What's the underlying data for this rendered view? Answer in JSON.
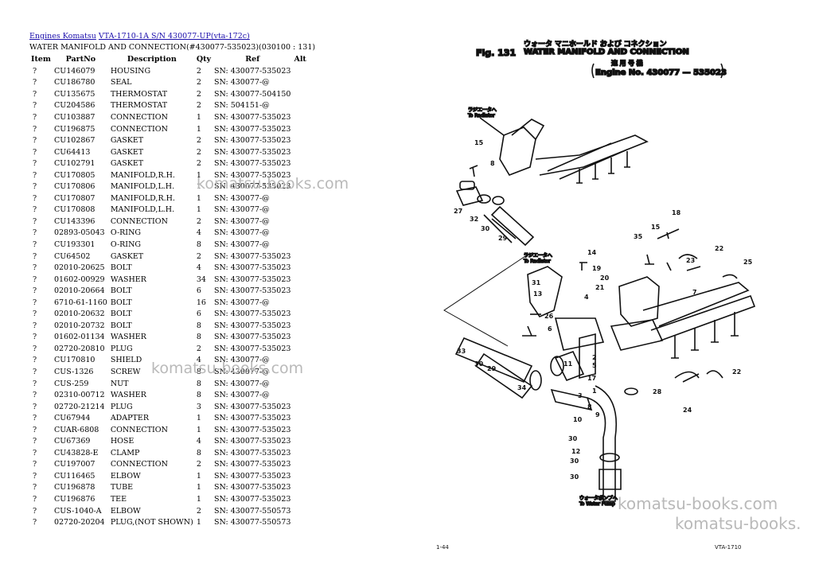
{
  "breadcrumb": {
    "link1": "Engines Komatsu",
    "link2": "VTA-1710-1A S/N 430077-UP(vta-172c)"
  },
  "doc_title": "WATER MANIFOLD AND CONNECTION(#430077-535023)(030100 : 131)",
  "table": {
    "headers": [
      "Item",
      "PartNo",
      "Description",
      "Qty",
      "Ref",
      "Alt"
    ],
    "rows": [
      [
        "?",
        "CU146079",
        "HOUSING",
        "2",
        "SN: 430077-535023"
      ],
      [
        "?",
        "CU186780",
        "SEAL",
        "2",
        "SN: 430077-@"
      ],
      [
        "?",
        "CU135675",
        "THERMOSTAT",
        "2",
        "SN: 430077-504150"
      ],
      [
        "?",
        "CU204586",
        "THERMOSTAT",
        "2",
        "SN: 504151-@"
      ],
      [
        "?",
        "CU103887",
        "CONNECTION",
        "1",
        "SN: 430077-535023"
      ],
      [
        "?",
        "CU196875",
        "CONNECTION",
        "1",
        "SN: 430077-535023"
      ],
      [
        "?",
        "CU102867",
        "GASKET",
        "2",
        "SN: 430077-535023"
      ],
      [
        "?",
        "CU64413",
        "GASKET",
        "2",
        "SN: 430077-535023"
      ],
      [
        "?",
        "CU102791",
        "GASKET",
        "2",
        "SN: 430077-535023"
      ],
      [
        "?",
        "CU170805",
        "MANIFOLD,R.H.",
        "1",
        "SN: 430077-535023"
      ],
      [
        "?",
        "CU170806",
        "MANIFOLD,L.H.",
        "1",
        "SN: 430077-535023"
      ],
      [
        "?",
        "CU170807",
        "MANIFOLD,R.H.",
        "1",
        "SN: 430077-@"
      ],
      [
        "?",
        "CU170808",
        "MANIFOLD,L.H.",
        "1",
        "SN: 430077-@"
      ],
      [
        "?",
        "CU143396",
        "CONNECTION",
        "2",
        "SN: 430077-@"
      ],
      [
        "?",
        "02893-05043",
        "O-RING",
        "4",
        "SN: 430077-@"
      ],
      [
        "?",
        "CU193301",
        "O-RING",
        "8",
        "SN: 430077-@"
      ],
      [
        "?",
        "CU64502",
        "GASKET",
        "2",
        "SN: 430077-535023"
      ],
      [
        "?",
        "02010-20625",
        "BOLT",
        "4",
        "SN: 430077-535023"
      ],
      [
        "?",
        "01602-00929",
        "WASHER",
        "34",
        "SN: 430077-535023"
      ],
      [
        "?",
        "02010-20664",
        "BOLT",
        "6",
        "SN: 430077-535023"
      ],
      [
        "?",
        "6710-61-1160",
        "BOLT",
        "16",
        "SN: 430077-@"
      ],
      [
        "?",
        "02010-20632",
        "BOLT",
        "6",
        "SN: 430077-535023"
      ],
      [
        "?",
        "02010-20732",
        "BOLT",
        "8",
        "SN: 430077-535023"
      ],
      [
        "?",
        "01602-01134",
        "WASHER",
        "8",
        "SN: 430077-535023"
      ],
      [
        "?",
        "02720-20810",
        "PLUG",
        "2",
        "SN: 430077-535023"
      ],
      [
        "?",
        "CU170810",
        "SHIELD",
        "4",
        "SN: 430077-@"
      ],
      [
        "?",
        "CUS-1326",
        "SCREW",
        "8",
        "SN: 430077-@"
      ],
      [
        "?",
        "CUS-259",
        "NUT",
        "8",
        "SN: 430077-@"
      ],
      [
        "?",
        "02310-00712",
        "WASHER",
        "8",
        "SN: 430077-@"
      ],
      [
        "?",
        "02720-21214",
        "PLUG",
        "3",
        "SN: 430077-535023"
      ],
      [
        "?",
        "CU67944",
        "ADAPTER",
        "1",
        "SN: 430077-535023"
      ],
      [
        "?",
        "CUAR-6808",
        "CONNECTION",
        "1",
        "SN: 430077-535023"
      ],
      [
        "?",
        "CU67369",
        "HOSE",
        "4",
        "SN: 430077-535023"
      ],
      [
        "?",
        "CU43828-E",
        "CLAMP",
        "8",
        "SN: 430077-535023"
      ],
      [
        "?",
        "CU197007",
        "CONNECTION",
        "2",
        "SN: 430077-535023"
      ],
      [
        "?",
        "CU116465",
        "ELBOW",
        "1",
        "SN: 430077-535023"
      ],
      [
        "?",
        "CU196878",
        "TUBE",
        "1",
        "SN: 430077-535023"
      ],
      [
        "?",
        "CU196876",
        "TEE",
        "1",
        "SN: 430077-535023"
      ],
      [
        "?",
        "CUS-1040-A",
        "ELBOW",
        "2",
        "SN: 430077-550573"
      ],
      [
        "?",
        "02720-20204",
        "PLUG,(NOT SHOWN)",
        "1",
        "SN: 430077-550573"
      ]
    ]
  },
  "watermarks": [
    "komatsu-books.com",
    "komatsu-books.com",
    "komatsu-books.com",
    "komatsu-books."
  ],
  "diagram": {
    "fig_label": "Fig. 131",
    "jp_title": "ウォータ マニホールド および コネクション",
    "en_title": "WATER MANIFOLD AND CONNECTION",
    "jp_applicable": "適 用 号 機",
    "engine_no": "Engine No. 430077 — 535023",
    "to_radiator_jp": "ラジエータへ",
    "to_radiator": "To Radiator",
    "to_water_pump_jp": "ウォータポンプへ",
    "to_water_pump": "To Water Pump",
    "page_num": "1-44",
    "footer_code": "VTA-1710",
    "callouts": [
      "27",
      "32",
      "30",
      "29",
      "15",
      "8",
      "18",
      "15",
      "35",
      "14",
      "19",
      "20",
      "21",
      "4",
      "31",
      "13",
      "22",
      "23",
      "25",
      "26",
      "6",
      "7",
      "11",
      "5",
      "33",
      "30",
      "29",
      "34",
      "3",
      "8",
      "9",
      "10",
      "2",
      "17",
      "1",
      "30",
      "28",
      "12",
      "22",
      "24",
      "30",
      "30"
    ]
  }
}
